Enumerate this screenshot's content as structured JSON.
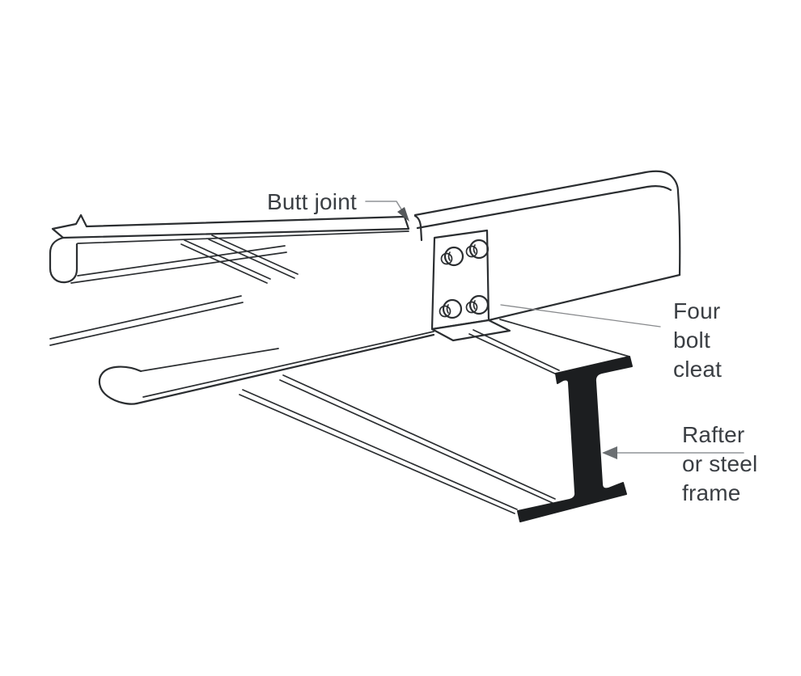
{
  "figure": {
    "description": "Technical diagram of a purlin butt joint over a rafter",
    "background_color": "#ffffff",
    "ink_color": "#2b2e31",
    "leader_color": "#919497",
    "text_color": "#3a3e43",
    "labels": {
      "butt_joint": "Butt joint",
      "four_bolt_cleat": [
        "Four",
        "bolt",
        "cleat"
      ],
      "rafter": [
        "Rafter",
        "or steel",
        "frame"
      ]
    },
    "parts": {
      "bolt_count": 4,
      "components": [
        "purlin (left)",
        "purlin (right)",
        "butt joint",
        "four bolt cleat",
        "rafter / steel frame (I-beam)"
      ]
    }
  }
}
